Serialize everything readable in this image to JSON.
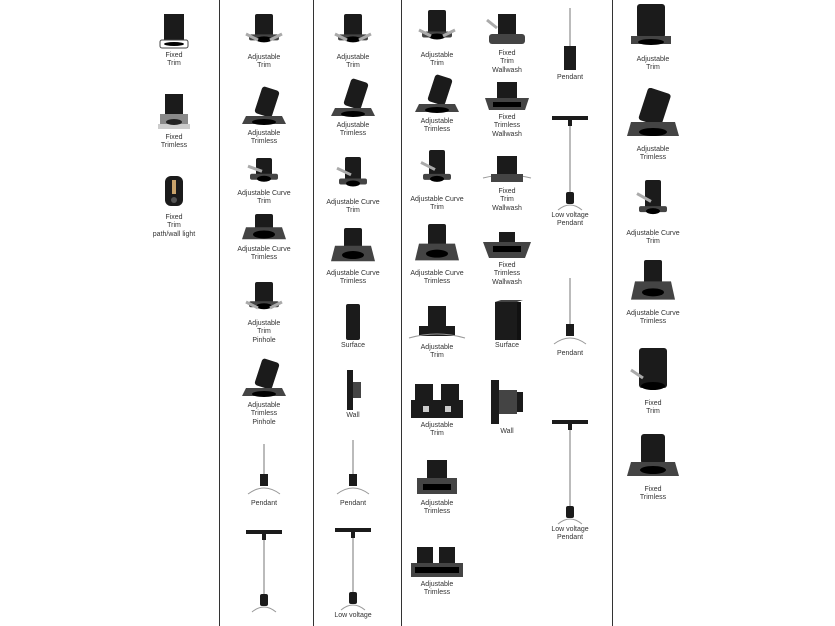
{
  "columns": [
    {
      "items": [
        {
          "lines": [
            "Fixed",
            "Trim"
          ]
        },
        {
          "lines": [
            "Fixed",
            "Trimless"
          ]
        },
        {
          "lines": [
            "Fixed",
            "Trim",
            "path/wall light"
          ]
        }
      ]
    },
    {
      "items": [
        {
          "lines": [
            "Adjustable",
            "Trim"
          ]
        },
        {
          "lines": [
            "Adjustable",
            "Trimless"
          ]
        },
        {
          "lines": [
            "Adjustable Curve",
            "Trim"
          ]
        },
        {
          "lines": [
            "Adjustable Curve",
            "Trimless"
          ]
        },
        {
          "lines": [
            "Adjustable",
            "Trim",
            "Pinhole"
          ]
        },
        {
          "lines": [
            "Adjustable",
            "Trimless",
            "Pinhole"
          ]
        },
        {
          "lines": [
            "Pendant"
          ]
        },
        {
          "lines": []
        }
      ]
    },
    {
      "items": [
        {
          "lines": [
            "Adjustable",
            "Trim"
          ]
        },
        {
          "lines": [
            "Adjustable",
            "Trimless"
          ]
        },
        {
          "lines": [
            "Adjustable Curve",
            "Trim"
          ]
        },
        {
          "lines": [
            "Adjustable Curve",
            "Trimless"
          ]
        },
        {
          "lines": [
            "Surface"
          ]
        },
        {
          "lines": [
            "Wall"
          ]
        },
        {
          "lines": [
            "Pendant"
          ]
        },
        {
          "lines": [
            "Low voltage"
          ]
        }
      ]
    },
    {
      "items": [
        {
          "lines": [
            "Adjustable",
            "Trim"
          ]
        },
        {
          "lines": [
            "Adjustable",
            "Trimless"
          ]
        },
        {
          "lines": [
            "Adjustable Curve",
            "Trim"
          ]
        },
        {
          "lines": [
            "Adjustable Curve",
            "Trimless"
          ]
        },
        {
          "lines": [
            "Adjustable",
            "Trim"
          ]
        },
        {
          "lines": [
            "Adjustable",
            "Trim"
          ]
        },
        {
          "lines": [
            "Adjustable",
            "Trimless"
          ]
        },
        {
          "lines": [
            "Adjustable",
            "Trimless"
          ]
        }
      ]
    },
    {
      "items": [
        {
          "lines": [
            "Fixed",
            "Trim",
            "Wallwash"
          ]
        },
        {
          "lines": [
            "Fixed",
            "Trimless",
            "Wallwash"
          ]
        },
        {
          "lines": [
            "Fixed",
            "Trim",
            "Wallwash"
          ]
        },
        {
          "lines": [
            "Fixed",
            "Trimless",
            "Wallwash"
          ]
        },
        {
          "lines": [
            "Surface"
          ]
        },
        {
          "lines": [
            "Wall"
          ]
        }
      ]
    },
    {
      "items": [
        {
          "lines": [
            "Pendant"
          ]
        },
        {
          "lines": [
            "Low voltage",
            "Pendant"
          ]
        },
        {
          "lines": [
            "Pendant"
          ]
        },
        {
          "lines": [
            "Low voltage",
            "Pendant"
          ]
        }
      ]
    },
    {
      "items": [
        {
          "lines": [
            "Adjustable",
            "Trim"
          ]
        },
        {
          "lines": [
            "Adjustable",
            "Trimless"
          ]
        },
        {
          "lines": [
            "Adjustable Curve",
            "Trim"
          ]
        },
        {
          "lines": [
            "Adjustable Curve",
            "Trimless"
          ]
        },
        {
          "lines": [
            "Fixed",
            "Trim"
          ]
        },
        {
          "lines": [
            "Fixed",
            "Trimless"
          ]
        }
      ]
    }
  ]
}
